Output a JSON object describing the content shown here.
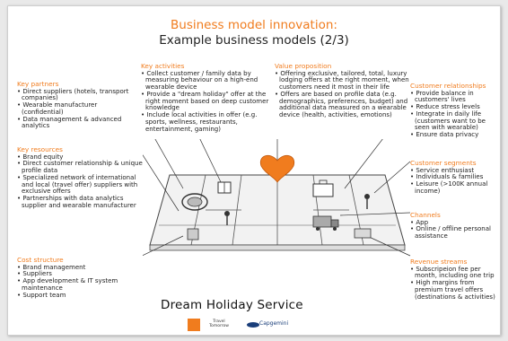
{
  "title_line1": "Business model innovation:",
  "title_line2": "Example business models (2/3)",
  "key_partners": {
    "heading": "Key partners",
    "items": [
      "Direct suppliers (hotels, transport companies)",
      "Wearable manufacturer (confidential)",
      "Data management & advanced analytics"
    ]
  },
  "key_resources": {
    "heading": "Key resources",
    "items": [
      "Brand equity",
      "Direct customer relationship & unique profile data",
      "Specialized network of international and local (travel offer) suppliers with exclusive offers",
      "Partnerships with data analytics supplier and wearable manufacturer"
    ]
  },
  "cost_structure": {
    "heading": "Cost structure",
    "items": [
      "Brand management",
      "Suppliers",
      "App development & IT system maintenance",
      "Support team"
    ]
  },
  "key_activities": {
    "heading": "Key activities",
    "items": [
      "Collect customer / family data by measuring behaviour on a high-end wearable device",
      "Provide a \"dream holiday\" offer at the right moment based on deep customer knowledge",
      "Include local activities in offer (e.g. sports, wellness, restaurants, entertainment, gaming)"
    ]
  },
  "value_proposition": {
    "heading": "Value proposition",
    "items": [
      "Offering exclusive, tailored, total, luxury lodging offers at the right moment, when customers need it most in their life",
      "Offers are based on profile data (e.g. demographics, preferences, budget) and additional data measured on a wearable device (health, activities, emotions)"
    ]
  },
  "customer_relationships": {
    "heading": "Customer relationships",
    "items": [
      "Provide balance in customers' lives",
      "Reduce stress levels",
      "Integrate in daily life (customers want to be seen with wearable)",
      "Ensure data privacy"
    ]
  },
  "customer_segments": {
    "heading": "Customer segments",
    "items": [
      "Service enthusiast",
      "Individuals & families",
      "Leisure (>100K annual income)"
    ]
  },
  "channels": {
    "heading": "Channels",
    "items": [
      "App",
      "Online / offline personal assistance"
    ]
  },
  "revenue_streams": {
    "heading": "Revenue streams",
    "items": [
      "Subscripeion fee per month, including one trip",
      "High margins from premium travel offers (destinations & activities)"
    ]
  },
  "service_name": "Dream Holiday Service",
  "logos": {
    "travel_tomorrow": "Travel Tomorrow",
    "capgemini": "Capgemini"
  },
  "colors": {
    "accent": "#f07c1e",
    "text": "#222222"
  }
}
